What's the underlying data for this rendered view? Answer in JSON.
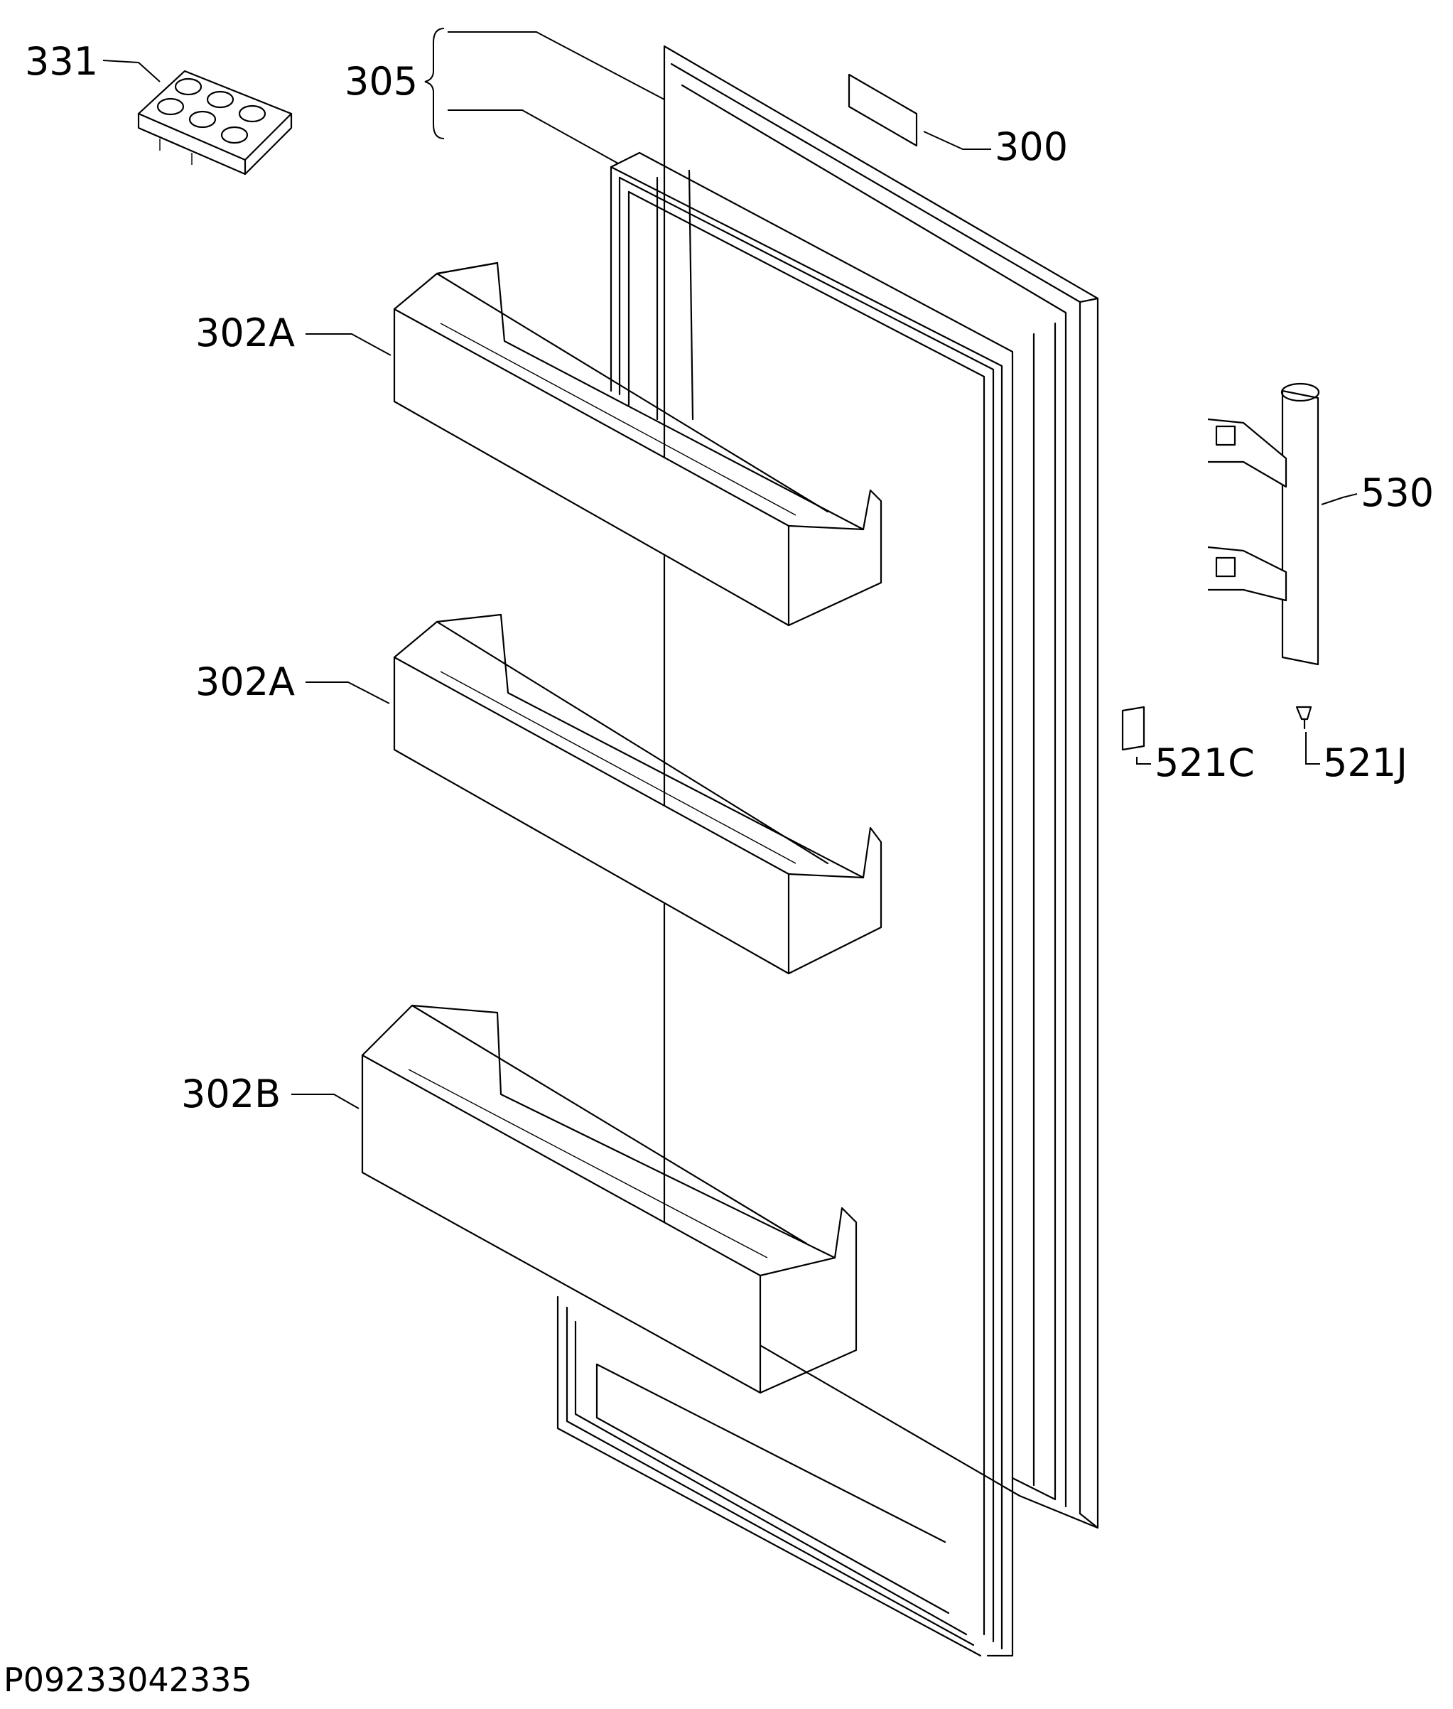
{
  "diagram": {
    "labels": {
      "egg_tray": "331",
      "gasket_group": "305",
      "nameplate": "300",
      "shelf_upper": "302A",
      "shelf_middle": "302A",
      "shelf_lower": "302B",
      "handle": "530",
      "handle_cover": "521C",
      "handle_screw": "521J"
    },
    "drawing_code": "P09233042335"
  }
}
